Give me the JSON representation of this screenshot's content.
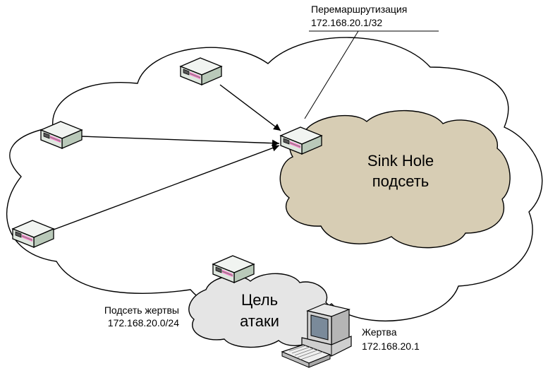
{
  "annotation": {
    "line1": "Перемаршрутизация",
    "line2": "172.168.20.1/32"
  },
  "sinkhole": {
    "line1": "Sink Hole",
    "line2": "подсеть"
  },
  "target": {
    "line1": "Цель",
    "line2": "атаки"
  },
  "victim_subnet": {
    "line1": "Подсеть жертвы",
    "line2": "172.168.20.0/24"
  },
  "victim": {
    "line1": "Жертва",
    "line2": "172.168.20.1"
  },
  "colors": {
    "sinkhole_fill": "#d7cdb4",
    "target_fill": "#e5e5e5",
    "router_top": "#eef2ee",
    "router_side": "#c8d8c8",
    "accent": "#ff66cc"
  }
}
